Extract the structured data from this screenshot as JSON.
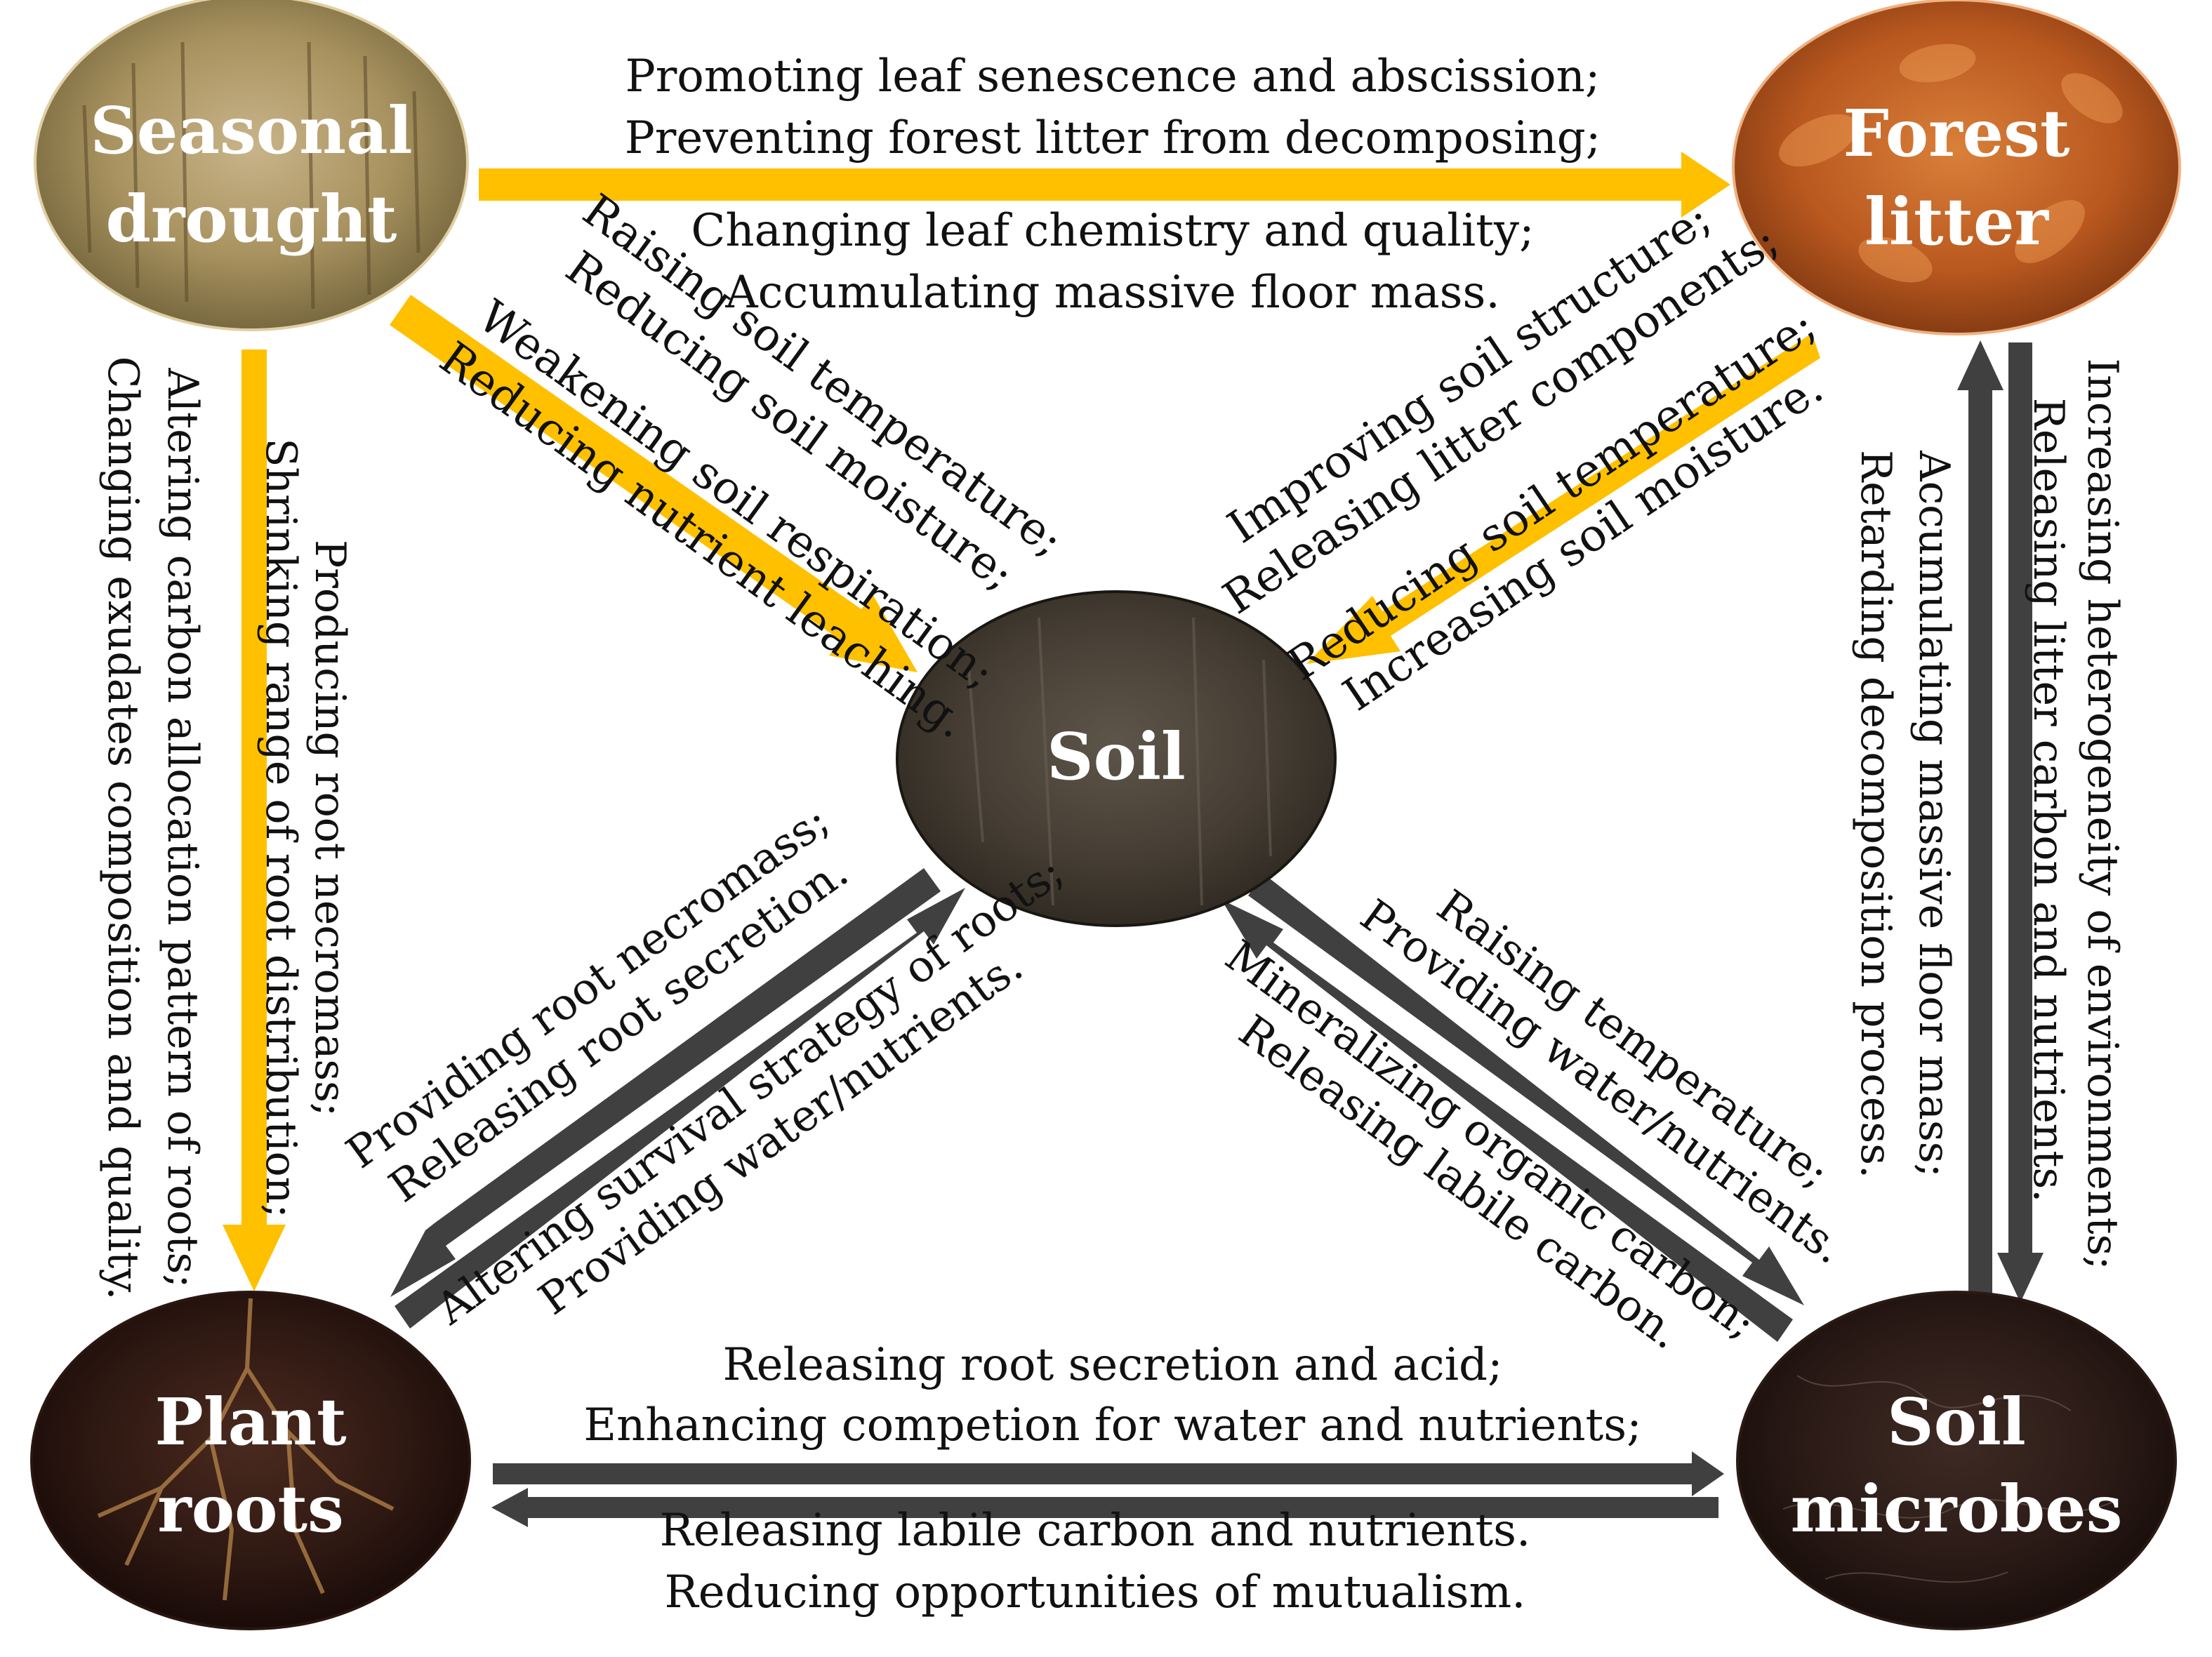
{
  "nodes": {
    "seasonal_drought": {
      "line1": "Seasonal",
      "line2": "drought"
    },
    "forest_litter": {
      "line1": "Forest",
      "line2": "litter"
    },
    "soil": {
      "line1": "Soil"
    },
    "plant_roots": {
      "line1": "Plant",
      "line2": "roots"
    },
    "soil_microbes": {
      "line1": "Soil",
      "line2": "microbes"
    }
  },
  "edges": {
    "drought_to_litter": {
      "above": [
        "Promoting leaf senescence and abscission;",
        "Preventing forest litter from decomposing;"
      ],
      "below": [
        "Changing leaf chemistry and quality;",
        "Accumulating massive floor mass."
      ]
    },
    "drought_to_soil": [
      "Raising soil temperature;",
      "Reducing soil moisture;",
      "Weakening soil respiration;",
      "Reducing nutrient leaching."
    ],
    "litter_to_soil": [
      "Improving soil structure;",
      "Releasing litter components;",
      "Reducing soil temperature;",
      "Increasing soil moisture."
    ],
    "drought_to_roots": {
      "inner": [
        "Producing root necromass;",
        "Shrinking range of root distribution;"
      ],
      "outer": [
        "Altering carbon allocation pattern of roots;",
        "Changing exudates composition and quality."
      ]
    },
    "litter_microbes": {
      "outer": [
        "Increasing heterogeneity of environments;",
        "Releasing litter carbon and nutrients."
      ],
      "inner": [
        "Accumulating massive floor mass;",
        "Retarding decomposition process."
      ]
    },
    "roots_soil": {
      "upper": [
        "Providing root necromass;",
        "Releasing root secretion."
      ],
      "lower": [
        "Altering survival strategy of roots;",
        "Providing water/nutrients."
      ]
    },
    "soil_microbes": {
      "upper": [
        "Raising temperature;",
        "Providing water/nutrients."
      ],
      "lower": [
        "Mineralizing organic carbon;",
        "Releasing labile carbon."
      ]
    },
    "roots_microbes": {
      "above": [
        "Releasing root secretion and acid;",
        "Enhancing competion for water and nutrients;"
      ],
      "below": [
        "Releasing labile carbon and nutrients.",
        "Reducing opportunities of mutualism."
      ]
    }
  },
  "colors": {
    "drought_arrow": "#ffc000",
    "feedback_arrow": "#404040",
    "text": "#111111"
  }
}
